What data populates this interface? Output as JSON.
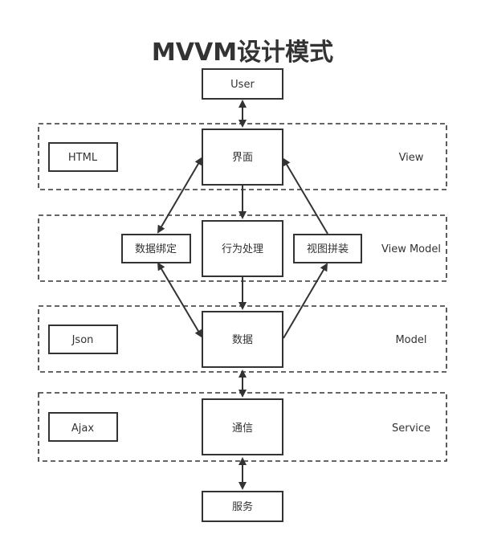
{
  "title": "MVVM设计模式",
  "layers": {
    "view": {
      "label": "View"
    },
    "view_model": {
      "label": "View Model"
    },
    "model": {
      "label": "Model"
    },
    "service": {
      "label": "Service"
    }
  },
  "nodes": {
    "user": {
      "label": "User"
    },
    "html": {
      "label": "HTML"
    },
    "interface": {
      "label": "界面"
    },
    "data_binding": {
      "label": "数据绑定"
    },
    "behavior": {
      "label": "行为处理"
    },
    "view_assembly": {
      "label": "视图拼装"
    },
    "json": {
      "label": "Json"
    },
    "data": {
      "label": "数据"
    },
    "ajax": {
      "label": "Ajax"
    },
    "communication": {
      "label": "通信"
    },
    "server": {
      "label": "服务"
    }
  },
  "colors": {
    "stroke": "#333333",
    "background": "#ffffff"
  }
}
